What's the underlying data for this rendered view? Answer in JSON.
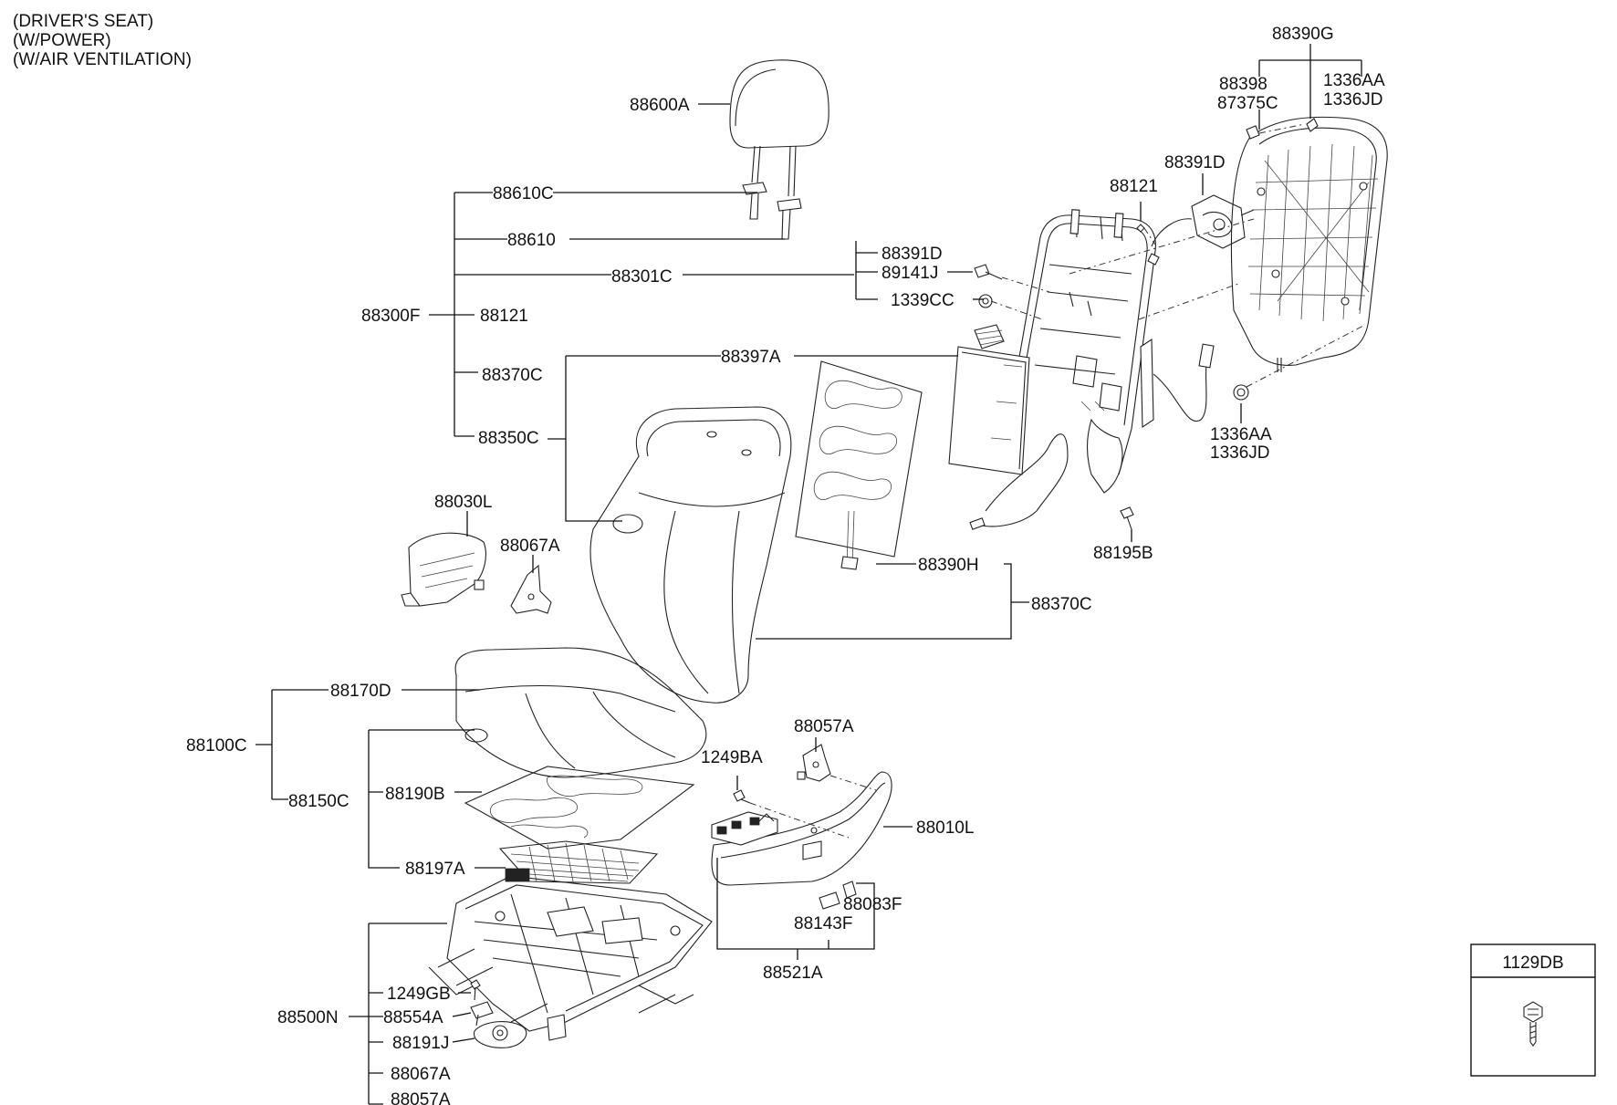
{
  "header": {
    "line1": "(DRIVER'S SEAT)",
    "line2": "(W/POWER)",
    "line3": "(W/AIR VENTILATION)"
  },
  "parts": {
    "headrest": "88600A",
    "guide_a": "88610C",
    "guide_b": "88610",
    "back_frame_group": "88301C",
    "back_assy": "88300F",
    "back_screw": "88121",
    "back_cover": "88370C",
    "back_pad": "88350C",
    "back_pad_vent": "88397A",
    "shield_inner": "88030L",
    "bracket_left": "88067A",
    "cushion_cover": "88170D",
    "cushion_assy": "88100C",
    "cushion_pad": "88150C",
    "cushion_vent": "88190B",
    "cushion_mat": "88197A",
    "track_assy": "88500N",
    "track_screw": "1249GB",
    "track_motor": "88554A",
    "track_blower": "88191J",
    "track_bracket_a": "88067A",
    "track_bracket_b": "88057A",
    "recliner_cover_bracket": "88057A",
    "screw_1249ba": "1249BA",
    "shield_outer": "88010L",
    "knob_a": "88083F",
    "knob_b": "88143F",
    "switch_assy": "88521A",
    "back_vent_mat": "88390H",
    "back_cover_right": "88370C",
    "harness_bolt": "88195B",
    "frame_recliner": "88391D",
    "frame_bolt": "89141J",
    "frame_nut": "1339CC",
    "frame_screw": "88121",
    "recliner_motor": "88391D",
    "back_frame_assy": "88390G",
    "lumbar_part": "88398",
    "lumbar_clip": "87375C",
    "fastener_aa_top": "1336AA",
    "fastener_jd_top": "1336JD",
    "fastener_aa_bottom": "1336AA",
    "fastener_jd_bottom": "1336JD"
  },
  "legend_box": {
    "part_number": "1129DB",
    "icon": "bolt-icon"
  }
}
